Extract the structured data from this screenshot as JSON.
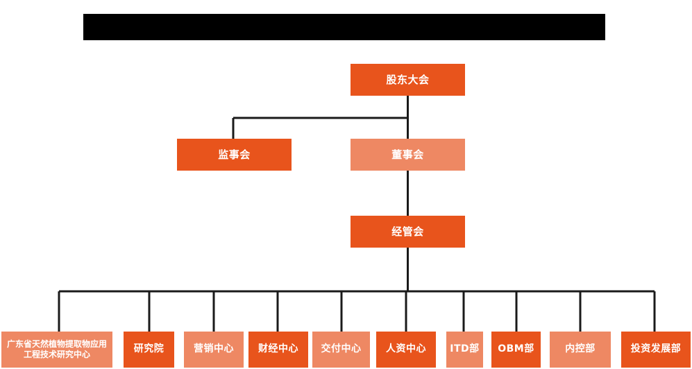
{
  "title_banner": {
    "redacted": true,
    "text": ""
  },
  "colors": {
    "dark_orange": "#e8541c",
    "light_orange": "#ee8863",
    "connector": "#1a1a1a",
    "background": "#ffffff",
    "banner": "#000000",
    "label": "#ffffff"
  },
  "chart_data": {
    "type": "diagram",
    "subtype": "org-chart",
    "orientation": "top-down",
    "levels": 4,
    "nodes": [
      {
        "id": "shareholders",
        "label": "股东大会",
        "level": 1,
        "tone": "dark",
        "parent": null
      },
      {
        "id": "supervisors",
        "label": "监事会",
        "level": 2,
        "tone": "dark",
        "parent": "shareholders"
      },
      {
        "id": "directors",
        "label": "董事会",
        "level": 2,
        "tone": "light",
        "parent": "shareholders"
      },
      {
        "id": "management",
        "label": "经管会",
        "level": 3,
        "tone": "dark",
        "parent": "directors"
      }
    ],
    "leaves": [
      {
        "id": "leaf-0",
        "label": "广东省天然植物提取物应用工程技术研究中心",
        "tone": "light",
        "multiline": true,
        "parent": "management"
      },
      {
        "id": "leaf-1",
        "label": "研究院",
        "tone": "dark",
        "multiline": false,
        "parent": "management"
      },
      {
        "id": "leaf-2",
        "label": "营销中心",
        "tone": "light",
        "multiline": false,
        "parent": "management"
      },
      {
        "id": "leaf-3",
        "label": "财经中心",
        "tone": "dark",
        "multiline": false,
        "parent": "management"
      },
      {
        "id": "leaf-4",
        "label": "交付中心",
        "tone": "light",
        "multiline": false,
        "parent": "management"
      },
      {
        "id": "leaf-5",
        "label": "人资中心",
        "tone": "dark",
        "multiline": false,
        "parent": "management"
      },
      {
        "id": "leaf-6",
        "label": "ITD部",
        "tone": "light",
        "multiline": false,
        "parent": "management"
      },
      {
        "id": "leaf-7",
        "label": "OBM部",
        "tone": "dark",
        "multiline": false,
        "parent": "management"
      },
      {
        "id": "leaf-8",
        "label": "内控部",
        "tone": "light",
        "multiline": false,
        "parent": "management"
      },
      {
        "id": "leaf-9",
        "label": "投资发展部",
        "tone": "dark",
        "multiline": false,
        "parent": "management"
      }
    ]
  }
}
